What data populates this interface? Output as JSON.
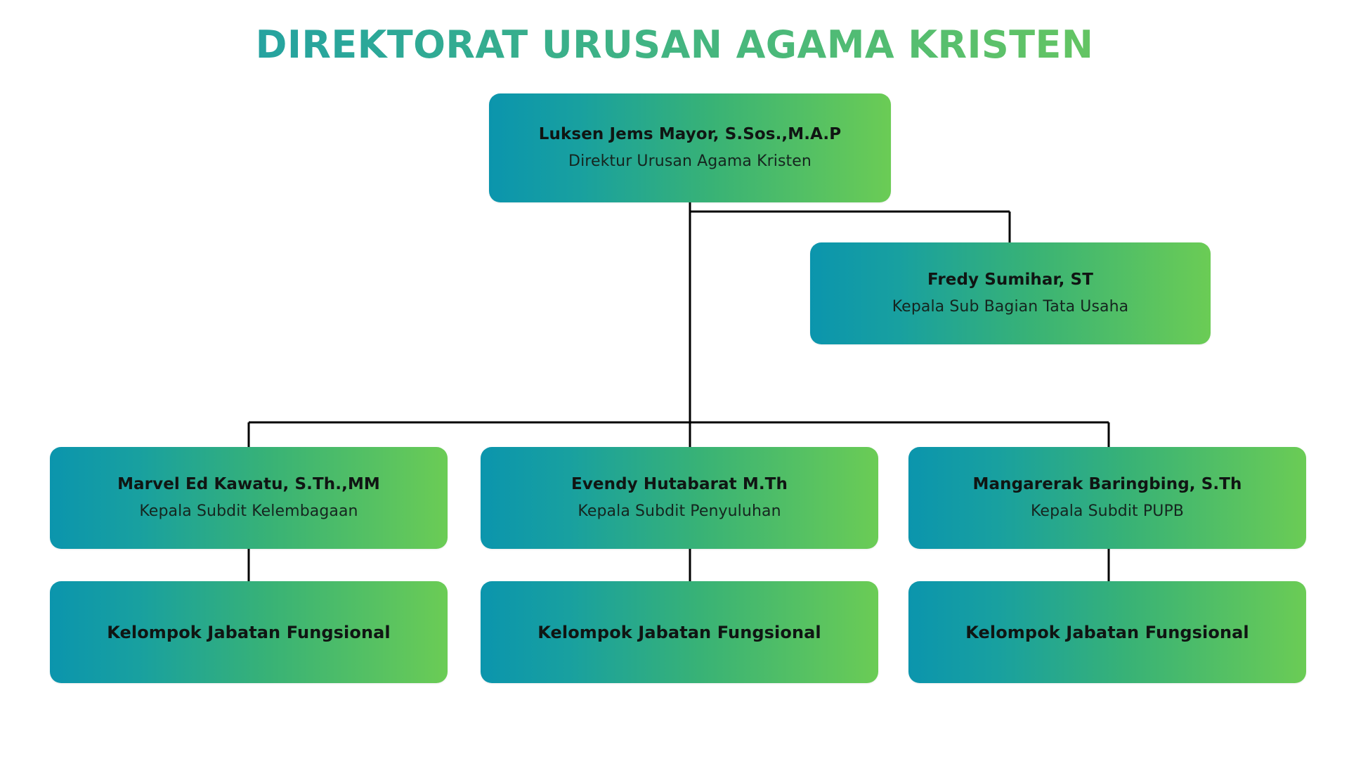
{
  "title": "DIREKTORAT URUSAN AGAMA KRISTEN",
  "theme": {
    "title_gradient_start": "#1896ae",
    "title_gradient_end": "#6bc85c",
    "box_gradient_start": "#0b95ad",
    "box_gradient_end": "#6bcc55",
    "connector_color": "#000000",
    "background": "#ffffff"
  },
  "chart_data": {
    "type": "diagram",
    "title": "DIREKTORAT URUSAN AGAMA KRISTEN",
    "nodes": [
      {
        "id": "director",
        "name": "Luksen Jems Mayor, S.Sos.,M.A.P",
        "role": "Direktur Urusan Agama Kristen",
        "level": 0
      },
      {
        "id": "tatausaha",
        "name": "Fredy Sumihar, ST",
        "role": "Kepala Sub Bagian Tata Usaha",
        "level": 1
      },
      {
        "id": "sub1",
        "name": "Marvel Ed Kawatu, S.Th.,MM",
        "role": "Kepala Subdit Kelembagaan",
        "level": 2
      },
      {
        "id": "sub2",
        "name": "Evendy Hutabarat M.Th",
        "role": "Kepala Subdit Penyuluhan",
        "level": 2
      },
      {
        "id": "sub3",
        "name": "Mangarerak Baringbing, S.Th",
        "role": "Kepala Subdit PUPB",
        "level": 2
      },
      {
        "id": "func1",
        "name": "Kelompok Jabatan Fungsional",
        "role": "",
        "level": 3
      },
      {
        "id": "func2",
        "name": "Kelompok Jabatan Fungsional",
        "role": "",
        "level": 3
      },
      {
        "id": "func3",
        "name": "Kelompok Jabatan Fungsional",
        "role": "",
        "level": 3
      }
    ],
    "edges": [
      {
        "from": "director",
        "to": "tatausaha"
      },
      {
        "from": "director",
        "to": "sub1"
      },
      {
        "from": "director",
        "to": "sub2"
      },
      {
        "from": "director",
        "to": "sub3"
      },
      {
        "from": "sub1",
        "to": "func1"
      },
      {
        "from": "sub2",
        "to": "func2"
      },
      {
        "from": "sub3",
        "to": "func3"
      }
    ]
  },
  "director": {
    "name": "Luksen Jems Mayor, S.Sos.,M.A.P",
    "role": "Direktur Urusan Agama Kristen"
  },
  "tatausaha": {
    "name": "Fredy Sumihar, ST",
    "role": "Kepala Sub Bagian Tata Usaha"
  },
  "sub1": {
    "name": "Marvel Ed Kawatu, S.Th.,MM",
    "role": "Kepala Subdit Kelembagaan"
  },
  "sub2": {
    "name": "Evendy Hutabarat M.Th",
    "role": "Kepala Subdit Penyuluhan"
  },
  "sub3": {
    "name": "Mangarerak Baringbing, S.Th",
    "role": "Kepala Subdit PUPB"
  },
  "func1": {
    "name": "Kelompok Jabatan Fungsional"
  },
  "func2": {
    "name": "Kelompok Jabatan Fungsional"
  },
  "func3": {
    "name": "Kelompok Jabatan Fungsional"
  }
}
